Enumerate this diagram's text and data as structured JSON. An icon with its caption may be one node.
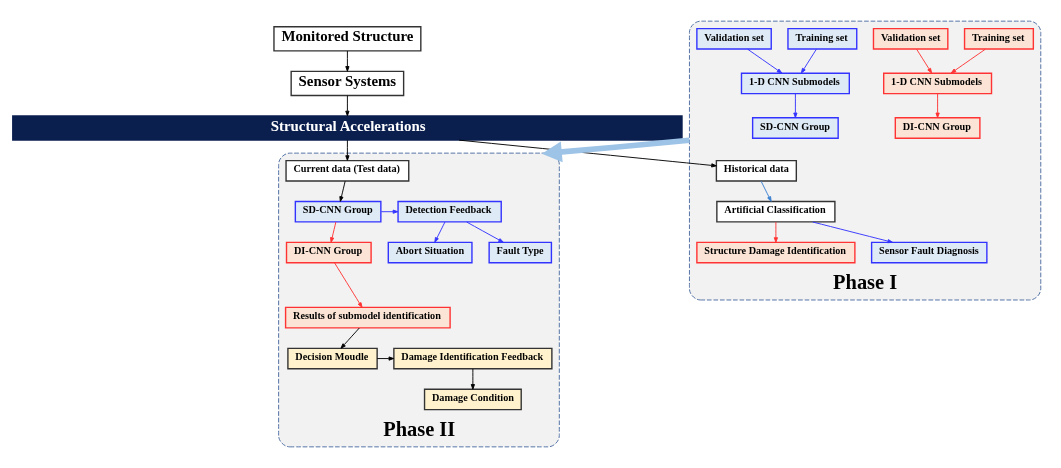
{
  "diagram": {
    "nodes": [
      {
        "text": [
          "Monitored Structure"
        ]
      },
      {
        "text": [
          "Sensor Systems"
        ]
      },
      {
        "text": [
          "Structural Accelerations"
        ]
      },
      {
        "text": [
          "Phase I"
        ]
      },
      {
        "text": [
          "Historical data"
        ],
        "in": 3
      },
      {
        "text": [
          "Artificial Classification"
        ],
        "in": 3
      },
      {
        "text": [
          "Structure Damage Identification"
        ],
        "in": 3
      },
      {
        "text": [
          "Sensor Fault Diagnosis"
        ],
        "in": 3
      },
      {
        "text": [
          "Training set"
        ],
        "in": 3
      },
      {
        "text": [
          "Validation set"
        ],
        "in": 3
      },
      {
        "text": [
          "Training set"
        ],
        "in": 3
      },
      {
        "text": [
          "Validation set"
        ],
        "in": 3
      },
      {
        "text": [
          "1-D CNN Submodels"
        ],
        "in": 3
      },
      {
        "text": [
          "1-D CNN Submodels"
        ],
        "in": 3
      },
      {
        "text": [
          "DI-CNN Group"
        ],
        "in": 3
      },
      {
        "text": [
          "SD-CNN Group"
        ],
        "in": 3
      },
      {
        "text": [
          "Phase II"
        ]
      },
      {
        "text": [
          "Current data (Test data)"
        ],
        "in": 16
      },
      {
        "text": [
          "SD-CNN Group"
        ],
        "in": 16
      },
      {
        "text": [
          "Detection Feedback"
        ],
        "in": 16
      },
      {
        "text": [
          "DI-CNN Group"
        ],
        "in": 16
      },
      {
        "text": [
          "Fault Type"
        ],
        "in": 16
      },
      {
        "text": [
          "Abort Situation"
        ],
        "in": 16
      },
      {
        "text": [
          "Results of submodel identification"
        ],
        "in": 16
      },
      {
        "text": [
          "Decision Moudle"
        ],
        "in": 16
      },
      {
        "text": [
          "Damage Identification Feedback"
        ],
        "in": 16
      },
      {
        "text": [
          "Damage Condition"
        ],
        "in": 16
      }
    ],
    "edges": [
      {
        "from": 0,
        "to": 1,
        "arrow": "to"
      },
      {
        "from": 1,
        "to": 2,
        "arrow": "to"
      },
      {
        "from": 2,
        "to": 4,
        "arrow": "to"
      },
      {
        "from": 2,
        "to": 17,
        "arrow": "to"
      },
      {
        "from": 4,
        "to": 5,
        "arrow": "to",
        "color": "#3a80d0"
      },
      {
        "from": 5,
        "to": 6,
        "arrow": "to",
        "color": "#ff3333"
      },
      {
        "from": 5,
        "to": 7,
        "arrow": "to",
        "color": "#3333ff"
      },
      {
        "from": 8,
        "to": 12,
        "arrow": "to",
        "color": "#ff3333"
      },
      {
        "from": 9,
        "to": 12,
        "arrow": "to",
        "color": "#ff3333"
      },
      {
        "from": 10,
        "to": 13,
        "arrow": "to",
        "color": "#3333ff"
      },
      {
        "from": 11,
        "to": 13,
        "arrow": "to",
        "color": "#3333ff"
      },
      {
        "from": 12,
        "to": 14,
        "arrow": "to",
        "color": "#ff3333"
      },
      {
        "from": 13,
        "to": 15,
        "arrow": "to",
        "color": "#3333ff"
      },
      {
        "from": 3,
        "to": 16,
        "arrow": "to",
        "style": "thick",
        "color": "#9dc3e6"
      },
      {
        "from": 17,
        "to": 18,
        "arrow": "to"
      },
      {
        "from": 18,
        "to": 19,
        "arrow": "to",
        "color": "#3333ff"
      },
      {
        "from": 18,
        "to": 20,
        "arrow": "to",
        "color": "#ff3333"
      },
      {
        "from": 19,
        "to": 21,
        "arrow": "to",
        "color": "#3333ff"
      },
      {
        "from": 19,
        "to": 22,
        "arrow": "to",
        "color": "#3333ff"
      },
      {
        "from": 20,
        "to": 23,
        "arrow": "to",
        "color": "#ff3333"
      },
      {
        "from": 23,
        "to": 24,
        "arrow": "to"
      },
      {
        "from": 24,
        "to": 25,
        "arrow": "to"
      },
      {
        "from": 25,
        "to": 26,
        "arrow": "to"
      }
    ]
  }
}
